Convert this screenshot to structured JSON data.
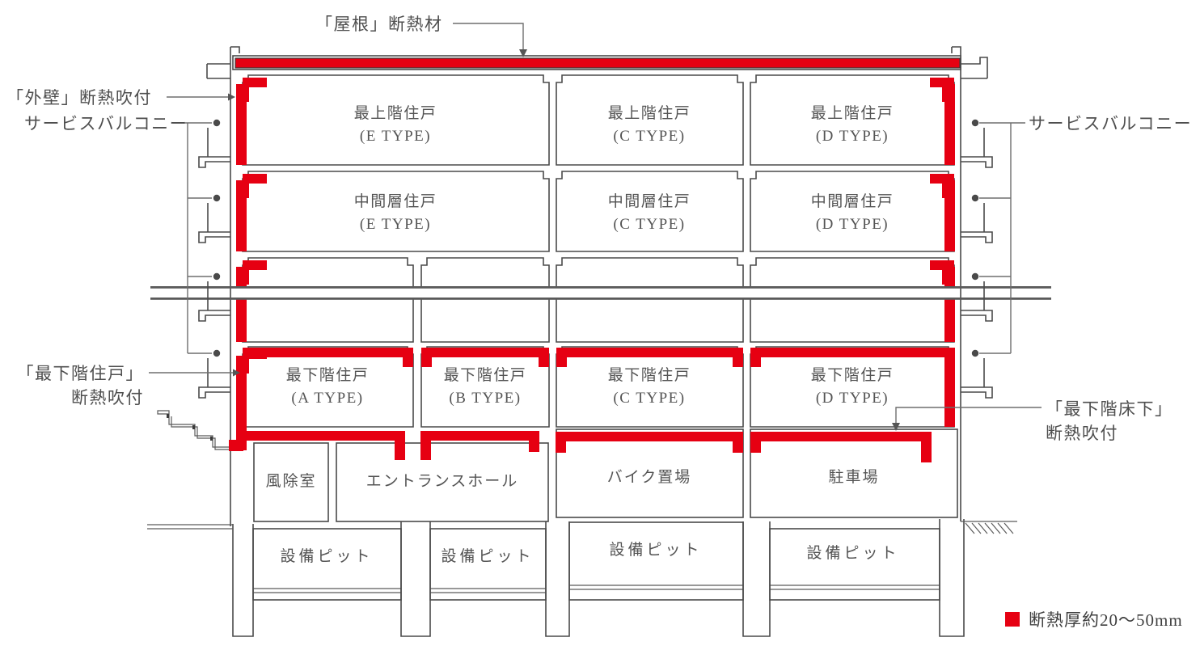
{
  "colors": {
    "insulation": "#e60012",
    "line": "#4a4a4a",
    "text": "#545454"
  },
  "annotations": {
    "roof_insulation": "「屋根」断熱材",
    "outer_wall_insulation": "「外壁」断熱吹付",
    "service_balcony_left": "サービスバルコニー",
    "service_balcony_right": "サービスバルコニー",
    "lowest_unit_line1": "「最下階住戸」",
    "lowest_unit_line2": "断熱吹付",
    "underfloor_line1": "「最下階床下」",
    "underfloor_line2": "断熱吹付"
  },
  "legend": {
    "swatch_color": "#e60012",
    "label": "断熱厚約20～50mm"
  },
  "floors": {
    "top_units": [
      {
        "name": "最上階住戸",
        "type": "(E TYPE)"
      },
      {
        "name": "最上階住戸",
        "type": "(C TYPE)"
      },
      {
        "name": "最上階住戸",
        "type": "(D TYPE)"
      }
    ],
    "middle_units": [
      {
        "name": "中間層住戸",
        "type": "(E TYPE)"
      },
      {
        "name": "中間層住戸",
        "type": "(C TYPE)"
      },
      {
        "name": "中間層住戸",
        "type": "(D TYPE)"
      }
    ],
    "lowest_units": [
      {
        "name": "最下階住戸",
        "type": "(A TYPE)"
      },
      {
        "name": "最下階住戸",
        "type": "(B TYPE)"
      },
      {
        "name": "最下階住戸",
        "type": "(C TYPE)"
      },
      {
        "name": "最下階住戸",
        "type": "(D TYPE)"
      }
    ],
    "ground_rooms": [
      "風除室",
      "エントランスホール",
      "バイク置場",
      "駐車場"
    ],
    "basement_pits": [
      "設備ピット",
      "設備ピット",
      "設備ピット",
      "設備ピット"
    ]
  }
}
